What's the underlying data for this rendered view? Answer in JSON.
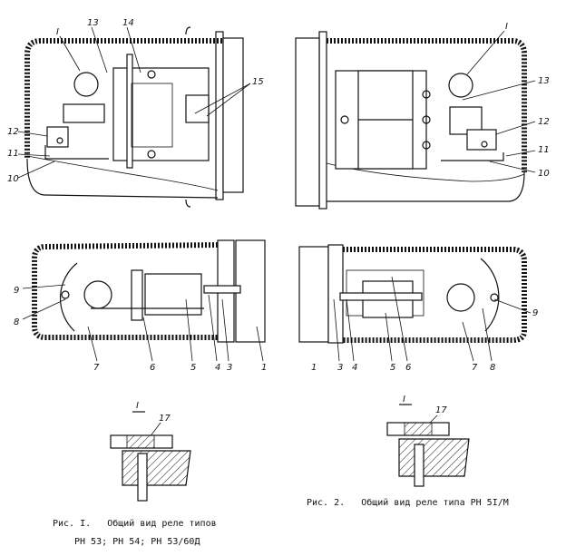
{
  "figure1": {
    "caption_line1": "Рис. I.   Общий вид реле типов",
    "caption_line2": "РН 53; РН 54; РН 53/60Д",
    "top_view_labels": [
      "I",
      "13",
      "14",
      "15",
      "12",
      "11",
      "10"
    ],
    "bottom_view_labels": [
      "9",
      "8",
      "7",
      "6",
      "5",
      "4",
      "3",
      "1"
    ],
    "detail": {
      "title": "I",
      "label": "17"
    }
  },
  "figure2": {
    "caption": "Рис. 2.   Общий вид реле типа РН 5I/М",
    "top_view_labels": [
      "I",
      "13",
      "12",
      "11",
      "10"
    ],
    "bottom_view_labels": [
      "1",
      "3",
      "4",
      "5",
      "6",
      "7",
      "8",
      "9"
    ],
    "detail": {
      "title": "I",
      "label": "17"
    }
  },
  "icons": {
    "hatch": "hatch-pattern",
    "shell": "dotted-insulation-shell"
  }
}
